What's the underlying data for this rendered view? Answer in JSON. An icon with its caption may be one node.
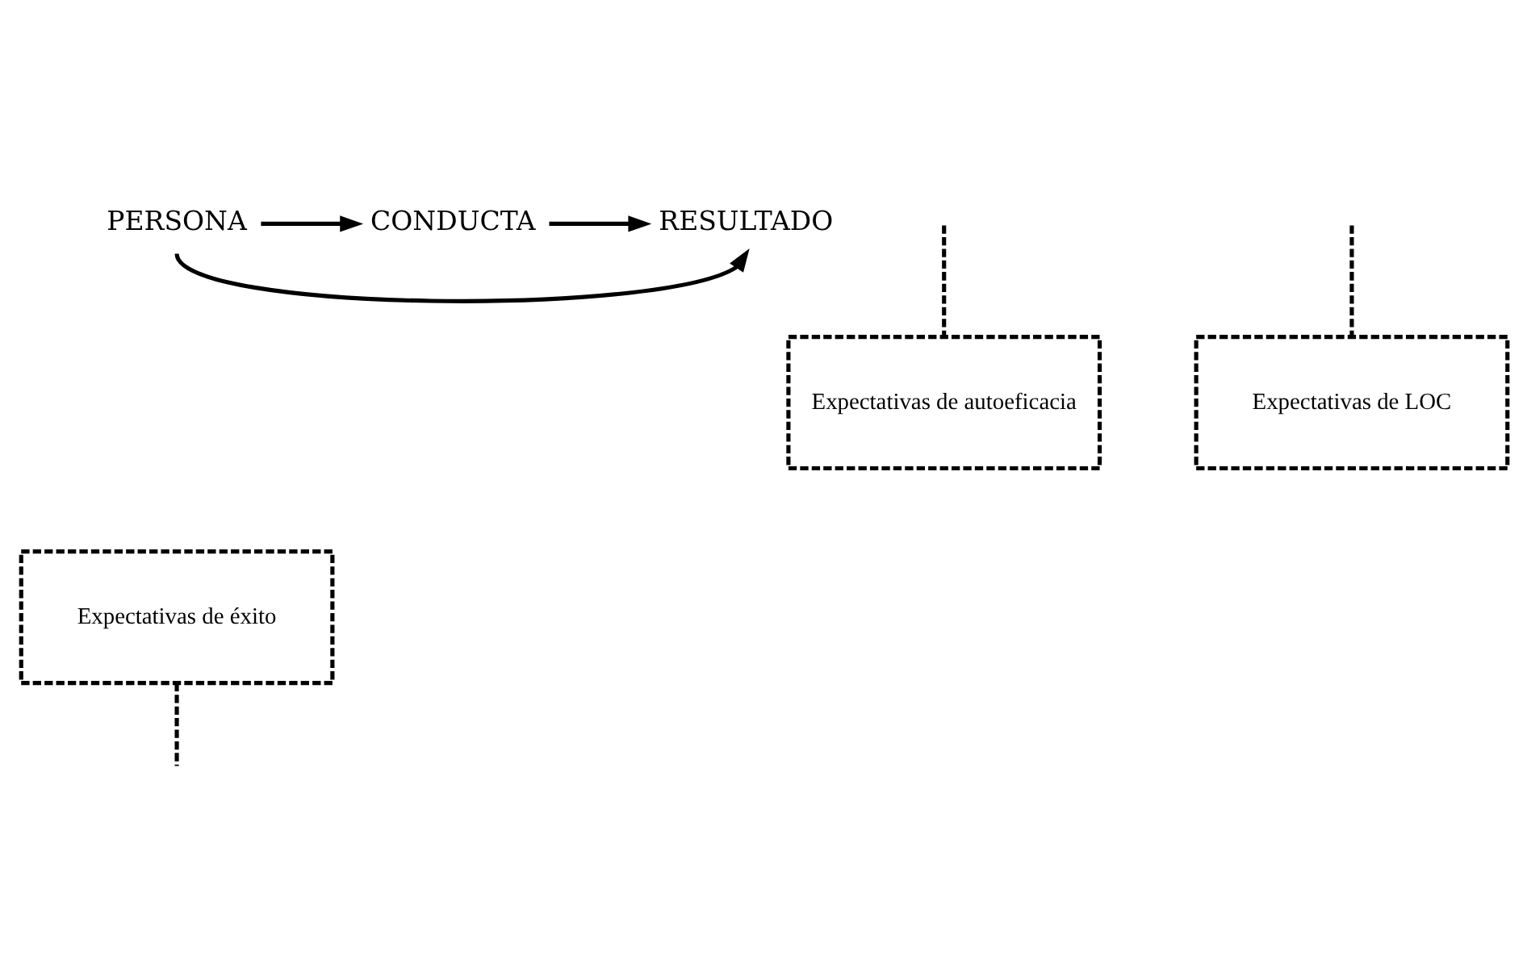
{
  "diagram": {
    "nodes": [
      {
        "text": [
          "PERSONA"
        ]
      },
      {
        "text": [
          "CONDUCTA"
        ]
      },
      {
        "text": [
          "RESULTADO"
        ]
      },
      {
        "text": [
          "Expectativas de autoeficacia"
        ]
      },
      {
        "text": [
          "Expectativas de LOC"
        ]
      },
      {
        "text": [
          "Expectativas de éxito"
        ]
      }
    ],
    "edges": [
      {
        "from": 0,
        "to": 1,
        "arrow": "to"
      },
      {
        "from": 1,
        "to": 2,
        "arrow": "to"
      },
      {
        "from": 0,
        "to": 2,
        "arrow": "to"
      },
      {
        "from": 3,
        "to": null,
        "arrow": "none",
        "style": "dashed"
      },
      {
        "from": 4,
        "to": null,
        "arrow": "none",
        "style": "dashed"
      },
      {
        "from": 5,
        "to": null,
        "arrow": "none",
        "style": "dashed"
      }
    ]
  }
}
